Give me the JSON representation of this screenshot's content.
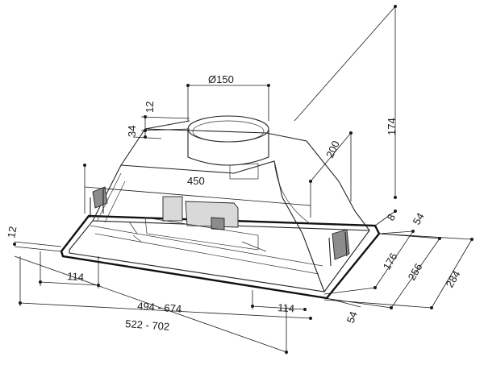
{
  "dimensions": {
    "duct_diameter": "Ø150",
    "height_total": "174",
    "collar_height": "12",
    "collar_offset": "34",
    "duct_depth": "200",
    "inner_width": "450",
    "flange_left": "12",
    "right_8": "8",
    "right_54_top": "54",
    "right_176": "176",
    "right_256": "256",
    "right_284": "284",
    "right_54_bottom": "54",
    "left_114": "114",
    "right_114": "114",
    "width_range_inner": "494 - 674",
    "width_range_outer": "522 - 702"
  }
}
